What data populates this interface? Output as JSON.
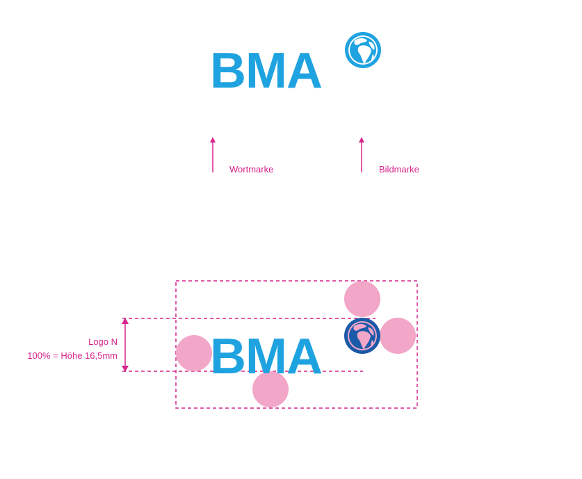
{
  "logo": {
    "wordmark_text": "BMA",
    "wordmark_color": "#1fa3e0",
    "globe_colors": {
      "ocean_light": "#1fa3e0",
      "ocean_dark": "#1a5aa8",
      "land_light": "#ffffff",
      "land_dark": "#f2a6c8"
    }
  },
  "annotations": {
    "wordmark_label": "Wortmarke",
    "pictogram_label": "Bildmarke",
    "accent_color": "#d6248c"
  },
  "protection_zone": {
    "logo_name": "Logo N",
    "size_note": "100% = Höhe 16,5mm",
    "circle_color": "#f2a6c8",
    "line_color": "#d6248c"
  }
}
